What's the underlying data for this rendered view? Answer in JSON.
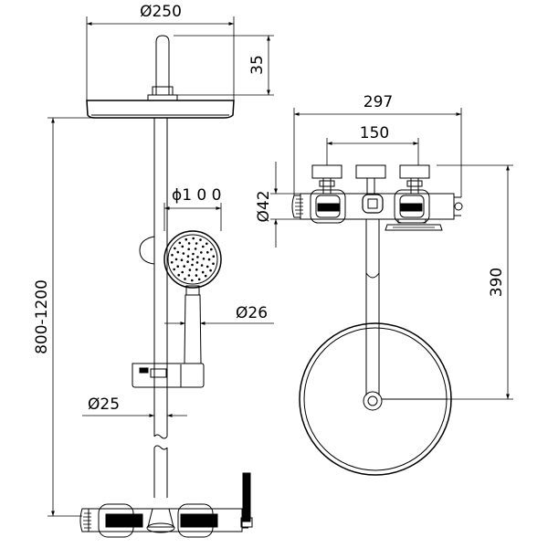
{
  "dimensions": {
    "head_diameter": "Ø250",
    "arm_height": "35",
    "hand_shower_diameter": "ϕ1 0 0",
    "handle_diameter": "Ø26",
    "pipe_diameter": "Ø25",
    "height_range": "800-1200",
    "valve_width": "297",
    "centers": "150",
    "valve_body_diameter": "Ø42",
    "riser_height": "390"
  }
}
